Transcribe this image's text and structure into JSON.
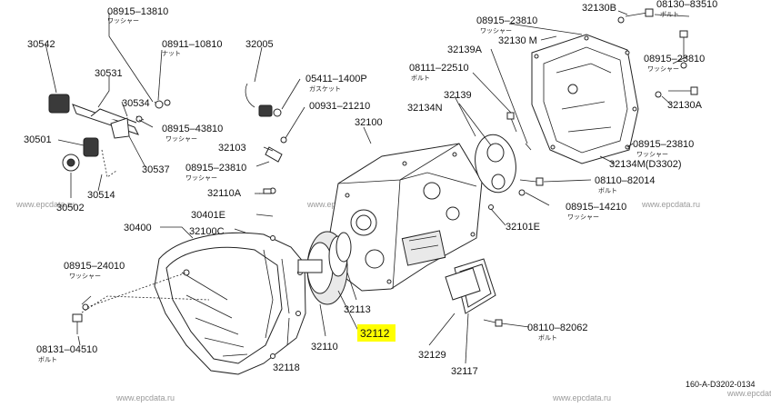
{
  "diagram": {
    "reference_code": "160-A-D3202-0134",
    "highlight_color": "#ffff00",
    "highlighted_part": "32112",
    "watermarks": [
      "www.epcdata.ru",
      "www.epcdata.ru",
      "www.epcdata.ru",
      "www.epcdata.ru",
      "www.epcdata.ru",
      "www.epcdata.ru"
    ],
    "parts": {
      "p08915_13810": "08915–13810",
      "p08915_13810_note": "ワッシャー",
      "p30542": "30542",
      "p08911_10810": "08911–10810",
      "p08911_10810_note": "ナット",
      "p32005": "32005",
      "p30531": "30531",
      "p30534": "30534",
      "p05411_1400P": "05411–1400P",
      "p05411_1400P_note": "ガスケット",
      "p00931_21210": "00931–21210",
      "p08915_43810": "08915–43810",
      "p08915_43810_note": "ワッシャー",
      "p32100": "32100",
      "p30501": "30501",
      "p32103": "32103",
      "p30537": "30537",
      "p08915_23810_a": "08915–23810",
      "p08915_23810_a_note": "ワッシャー",
      "p30502": "30502",
      "p30514": "30514",
      "p32110A": "32110A",
      "p30401E": "30401E",
      "p30400": "30400",
      "p32100C": "32100C",
      "p08915_24010": "08915–24010",
      "p08915_24010_note": "ワッシャー",
      "p08131_04510": "08131–04510",
      "p08131_04510_note": "ボルト",
      "p32118": "32118",
      "p32110": "32110",
      "p32113": "32113",
      "p32112": "32112",
      "p32129": "32129",
      "p32117": "32117",
      "p08110_82062": "08110–82062",
      "p08110_82062_note": "ボルト",
      "p32101E": "32101E",
      "p08915_14210": "08915–14210",
      "p08915_14210_note": "ワッシャー",
      "p08110_82014": "08110–82014",
      "p08110_82014_note": "ボルト",
      "p32134M_D3302": "32134M(D3302)",
      "p08915_23810_b": "08915–23810",
      "p08915_23810_b_note": "ワッシャー",
      "p32134N": "32134N",
      "p32139": "32139",
      "p08111_22510": "08111–22510",
      "p08111_22510_note": "ボルト",
      "p32139A": "32139A",
      "p32130M": "32130 M",
      "p08915_23810_c": "08915–23810",
      "p08915_23810_c_note": "ワッシャー",
      "p32130B": "32130B",
      "p08130_83510": "08130–83510",
      "p08130_83510_note": "ボルト",
      "p08915_23810_d": "08915–23810",
      "p08915_23810_d_note": "ワッシャー",
      "p32130A": "32130A"
    }
  }
}
